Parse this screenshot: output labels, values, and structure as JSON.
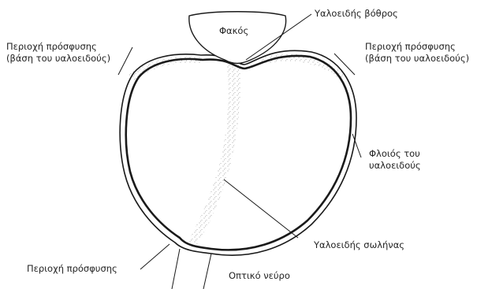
{
  "labels": {
    "lens": "Φακός",
    "hyaloid_fossa": "Υαλοειδής βόθρος",
    "attachment_left_line1": "Περιοχή πρόσφυσης",
    "attachment_left_line2": "(βάση του υαλοειδούς)",
    "attachment_right_line1": "Περιοχή πρόσφυσης",
    "attachment_right_line2": "(βάση του υαλοειδούς)",
    "cortex_line1": "Φλοιός του",
    "cortex_line2": "υαλοειδούς",
    "hyaloid_canal": "Υαλοειδής σωλήνας",
    "attachment_bottom": "Περιοχή πρόσφυσης",
    "optic_nerve": "Οπτικό νεύρο"
  },
  "colors": {
    "stroke": "#1a1a1a",
    "stipple": "#8a8a8a",
    "background": "#ffffff"
  }
}
